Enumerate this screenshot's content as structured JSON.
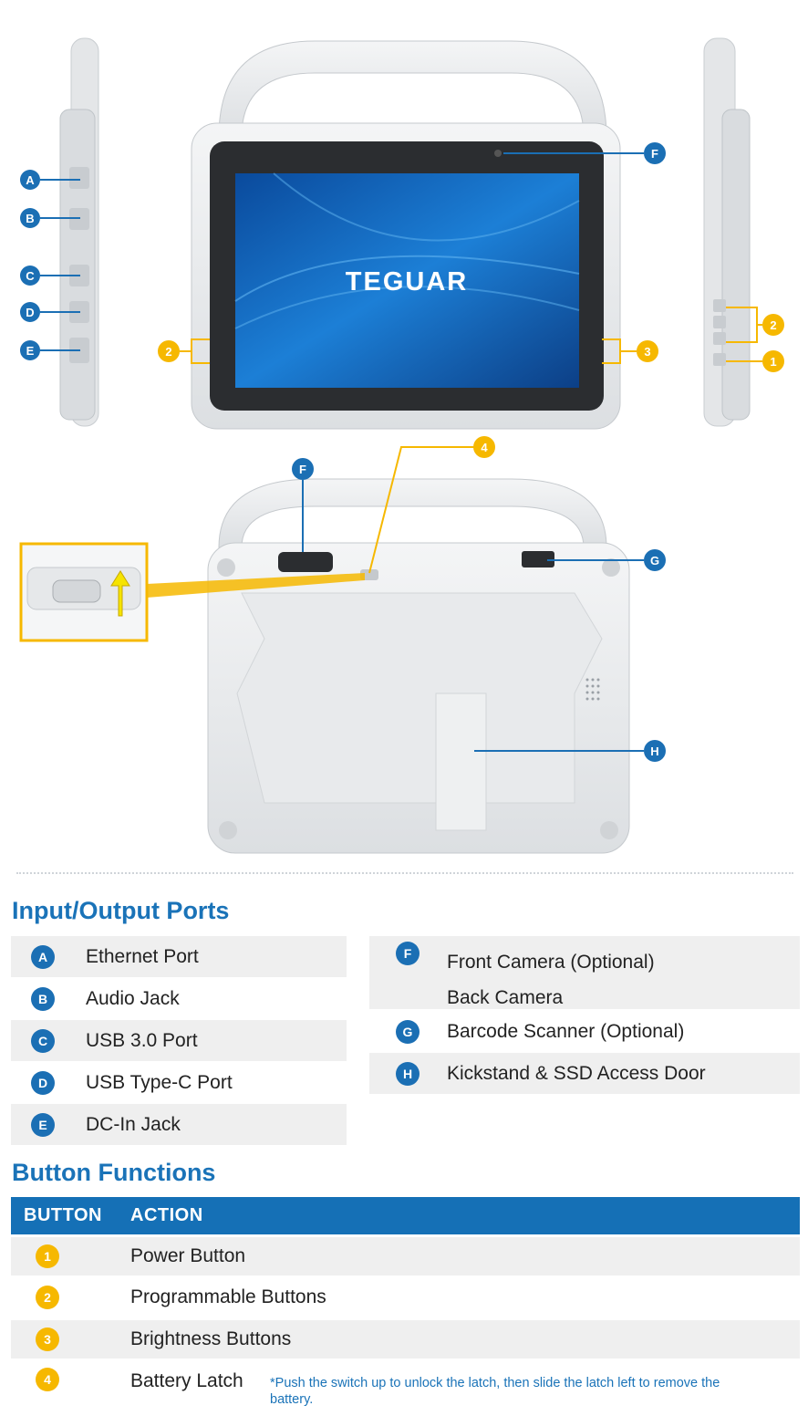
{
  "logo_text": "TEGUAR",
  "callouts": {
    "A": "A",
    "B": "B",
    "C": "C",
    "D": "D",
    "E": "E",
    "F": "F",
    "G": "G",
    "H": "H",
    "n1": "1",
    "n2": "2",
    "n3": "3",
    "n4": "4"
  },
  "colors": {
    "blue": "#1b6fb4",
    "gold": "#f6b800",
    "header": "#1570b6",
    "title": "#1a73b8"
  },
  "io_section": {
    "title": "Input/Output Ports",
    "left": [
      {
        "badge": "A",
        "label": "Ethernet Port"
      },
      {
        "badge": "B",
        "label": "Audio Jack"
      },
      {
        "badge": "C",
        "label": "USB 3.0 Port"
      },
      {
        "badge": "D",
        "label": "USB Type-C Port"
      },
      {
        "badge": "E",
        "label": "DC-In Jack"
      }
    ],
    "right": [
      {
        "badge": "F",
        "label": "Front Camera (Optional)",
        "label2": "Back Camera"
      },
      {
        "badge": "G",
        "label": "Barcode Scanner (Optional)"
      },
      {
        "badge": "H",
        "label": "Kickstand & SSD Access Door"
      }
    ]
  },
  "button_section": {
    "title": "Button Functions",
    "header": {
      "button": "BUTTON",
      "action": "ACTION"
    },
    "rows": [
      {
        "badge": "1",
        "label": "Power Button"
      },
      {
        "badge": "2",
        "label": "Programmable Buttons"
      },
      {
        "badge": "3",
        "label": "Brightness Buttons"
      },
      {
        "badge": "4",
        "label": "Battery Latch",
        "note": "*Push the switch up to unlock the latch, then slide the latch left to remove the battery."
      }
    ]
  }
}
